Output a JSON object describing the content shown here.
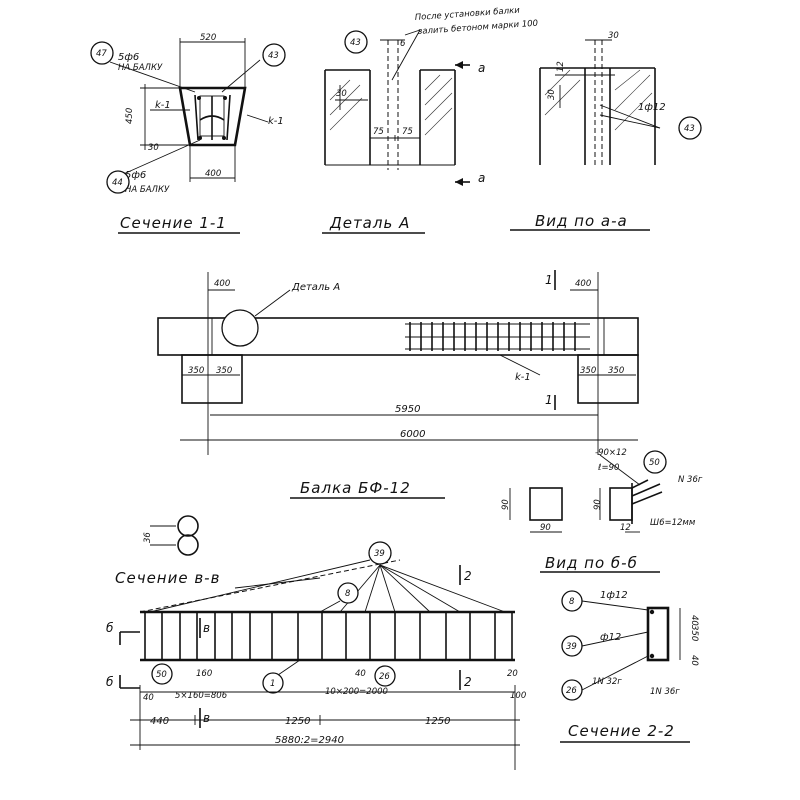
{
  "titles": {
    "section_1": "Сечение 1-1",
    "detail_a": "Деталь А",
    "view_aa": "Вид по а-а",
    "beam": "Балка БФ-12",
    "view_bb": "Вид по б-б",
    "section_vv": "Сечение в-в",
    "section_22": "Сечение 2-2"
  },
  "notes": {
    "after_install_1": "После установки балки",
    "after_install_2": "залить бетоном марки 100",
    "detail_a_callout": "Деталь А",
    "bar_5d6_top": "5ф6",
    "bar_5d6_bot": "5ф6",
    "on_beam_top": "НА БАЛКУ",
    "on_beam_bot": "НА БАЛКУ",
    "bar_1d12": "1ф12",
    "plate": "-90×12",
    "plate_l": "ℓ=90",
    "n36g": "N 36г",
    "w6": "Ш6=12мм",
    "sec22_1d12": "1ф12",
    "sec22_d12": "ф12",
    "sec22_n32g": "1N 32г",
    "sec22_n36g": "1N 36г",
    "sec_a": "а",
    "sec_b": "б",
    "sec_1": "1",
    "sec_2": "2",
    "sec_v": "в",
    "k1": "k-1"
  },
  "marks": {
    "m47": "47",
    "m43": "43",
    "m44": "44",
    "m50": "50",
    "m39": "39",
    "m8": "8",
    "m1": "1",
    "m26": "26"
  },
  "dims": {
    "s11_520": "520",
    "s11_450": "450",
    "s11_30": "30",
    "s11_400": "400",
    "da_6": "6",
    "da_30": "30",
    "da_75a": "75",
    "da_75b": "75",
    "vaa_30": "30",
    "vaa_12": "12",
    "vaa_30b": "30",
    "b_400l": "400",
    "b_400r": "400",
    "b_350a": "350",
    "b_350b": "350",
    "b_350c": "350",
    "b_350d": "350",
    "b_5950": "5950",
    "b_6000": "6000",
    "bb_90a": "90",
    "bb_90b": "90",
    "bb_90c": "90",
    "bb_12": "12",
    "v_36": "36",
    "f_40a": "40",
    "f_160": "160",
    "f_5x160": "5×160=806",
    "f_40b": "40",
    "f_10x200": "10×200=2000",
    "f_20": "20",
    "f_100": "100",
    "f_440": "440",
    "f_1250a": "1250",
    "f_1250b": "1250",
    "f_5880": "5880:2=2940",
    "s22_40a": "40",
    "s22_350": "350",
    "s22_40b": "40"
  }
}
